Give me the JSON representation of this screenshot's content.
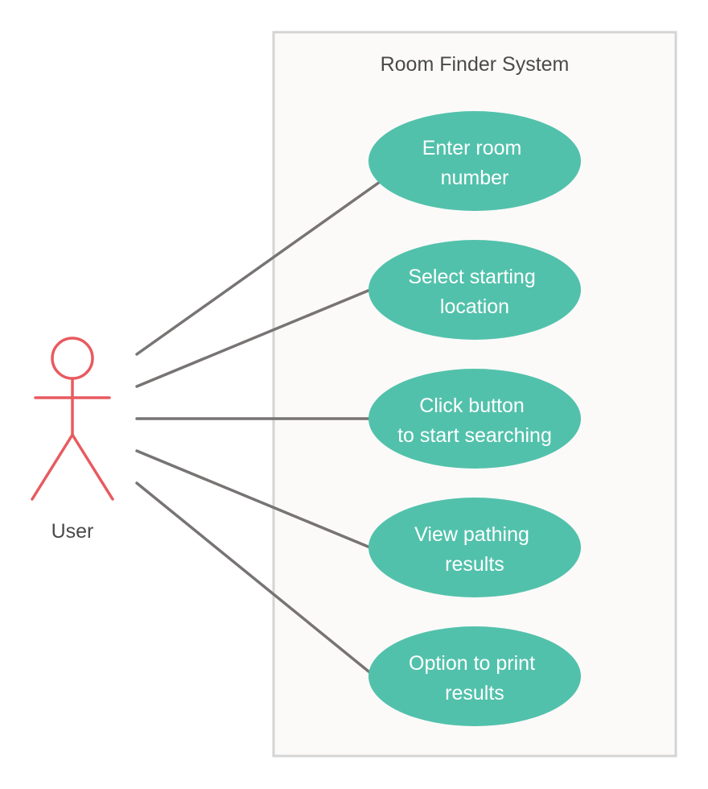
{
  "diagram": {
    "system": {
      "title": "Room Finder System"
    },
    "actor": {
      "label": "User"
    },
    "use_cases": [
      {
        "line1": "Enter room",
        "line2": "number"
      },
      {
        "line1": "Select starting",
        "line2": "location"
      },
      {
        "line1": "Click button",
        "line2": "to start searching"
      },
      {
        "line1": "View pathing",
        "line2": "results"
      },
      {
        "line1": "Option to print",
        "line2": "results"
      }
    ]
  },
  "colors": {
    "system_fill": "#fbfaf9",
    "system_border": "#d4d4d4",
    "actor": "#e85a5f",
    "use_case_fill": "#52c1ab",
    "association": "#777473",
    "title_text": "#4a4a4a",
    "use_case_text": "#ffffff"
  }
}
